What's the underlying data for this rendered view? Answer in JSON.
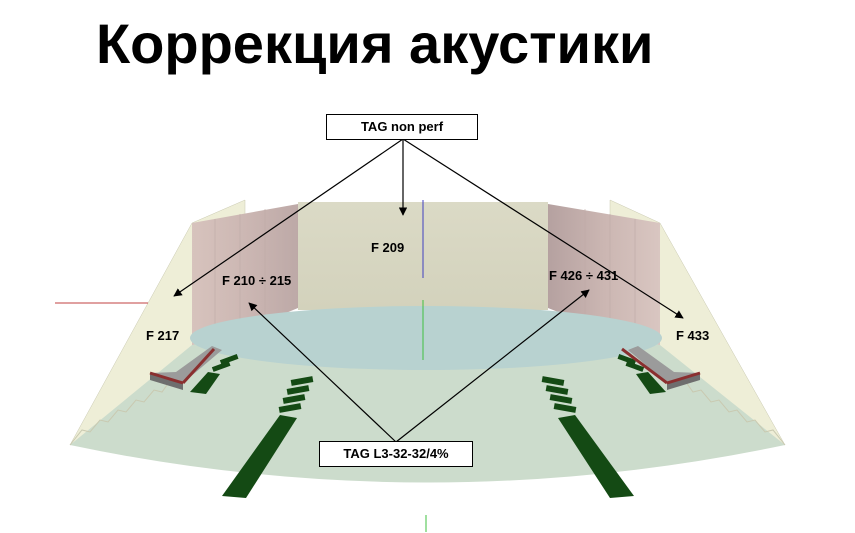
{
  "slide": {
    "title": "Коррекция акустики"
  },
  "callouts": {
    "top": "TAG non perf",
    "bottom": "TAG L3-32-32/4%"
  },
  "zones": {
    "center_back": "F 209",
    "left_inner": "F 210 ÷ 215",
    "right_inner": "F 426 ÷ 431",
    "left_outer": "F 217",
    "right_outer": "F 433"
  },
  "colors": {
    "back_wall": "#d9d8c3",
    "inner_side_wall": "#cfb9b5",
    "outer_side_wall": "#ececd4",
    "stage_floor": "#b9d3d0",
    "audience_floor": "#ccdccc",
    "seating_rows": "#144a14",
    "rail": "#8a2f2f",
    "axis_red": "#c04040",
    "axis_green": "#40c040",
    "axis_blue": "#4040c0"
  }
}
